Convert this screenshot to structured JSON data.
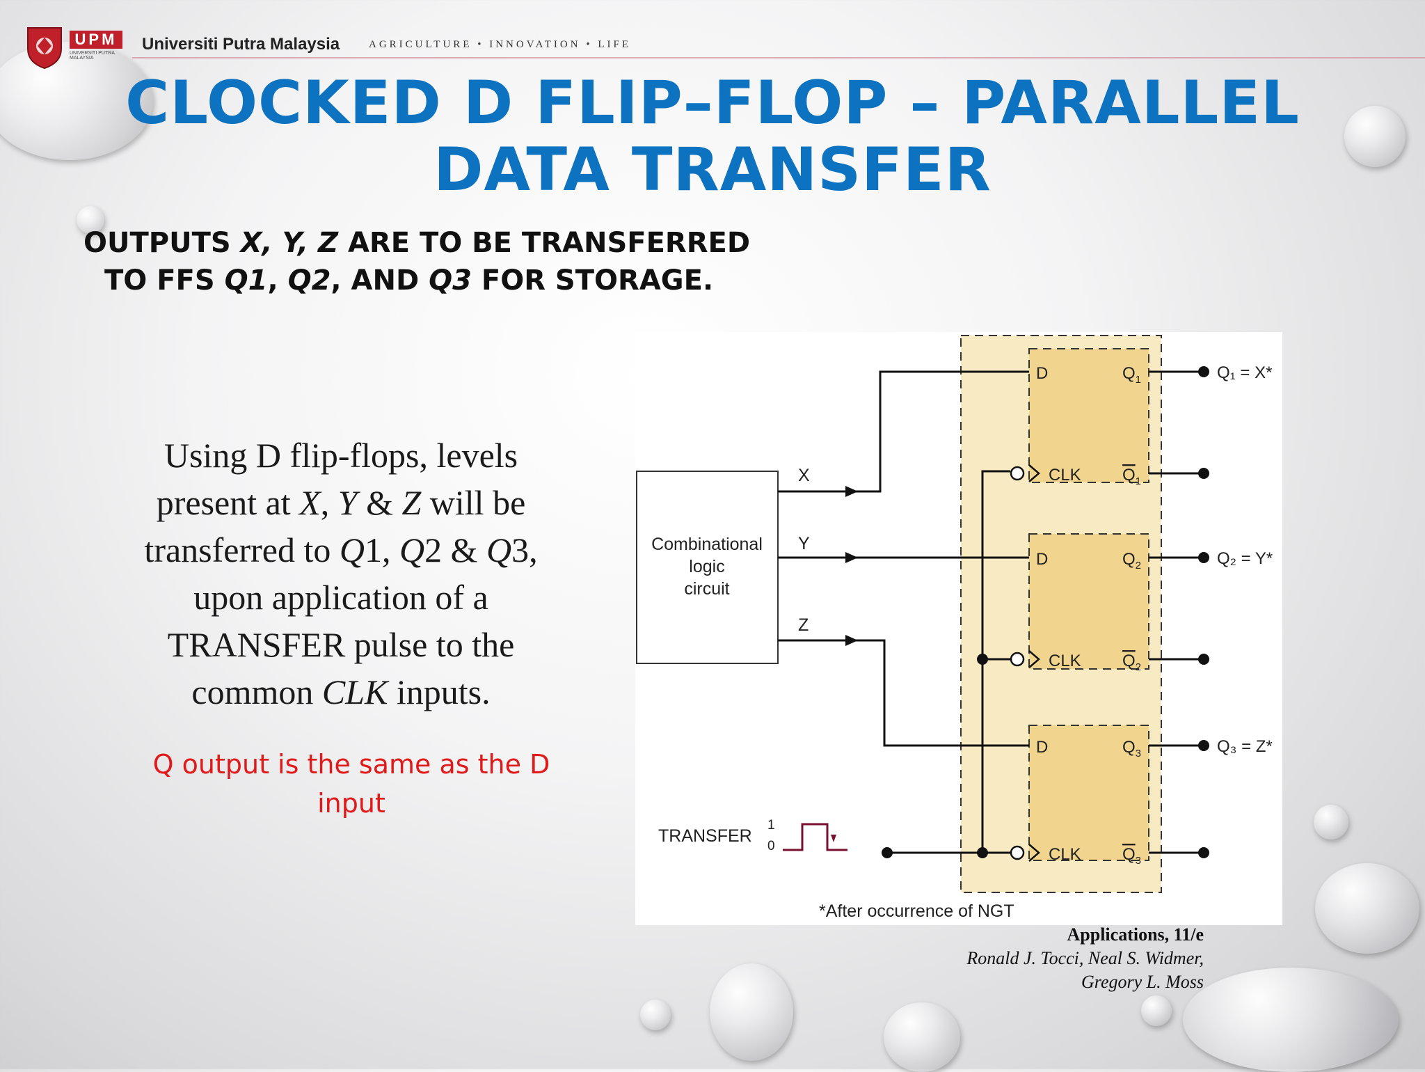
{
  "header": {
    "university_name": "Universiti Putra Malaysia",
    "tagline": "AGRICULTURE • INNOVATION • LIFE",
    "logo_text": "UPM",
    "logo_subtext": "UNIVERSITI PUTRA MALAYSIA"
  },
  "title": {
    "line1": "CLOCKED D FLIP–FLOP – PARALLEL",
    "line2": "DATA TRANSFER"
  },
  "subtitle": {
    "l1_a": "OUTPUTS ",
    "l1_vars": "X, Y, Z",
    "l1_b": " ARE TO BE TRANSFERRED",
    "l2_a": "TO FFS ",
    "l2_q1": "Q1",
    "l2_sep1": ", ",
    "l2_q2": "Q2",
    "l2_sep2": ", AND ",
    "l2_q3": "Q3",
    "l2_b": " FOR STORAGE."
  },
  "body": {
    "l1": "Using D flip-flops, levels",
    "l2_a": "present at ",
    "l2_x": "X",
    "l2_b": ", ",
    "l2_y": "Y",
    "l2_c": " & ",
    "l2_z": "Z",
    "l2_d": " will be",
    "l3_a": "transferred to ",
    "l3_q1": "Q",
    "l3_b": "1, ",
    "l3_q2": "Q",
    "l3_c": "2 & ",
    "l3_q3": "Q",
    "l3_d": "3,",
    "l4": "upon application of a",
    "l5": "TRANSFER pulse to the",
    "l6_a": "common ",
    "l6_clk": "CLK",
    "l6_b": " inputs."
  },
  "note": {
    "line1": "Q output is the same as the D",
    "line2": "input"
  },
  "diagram": {
    "combinational_block": [
      "Combinational",
      "logic",
      "circuit"
    ],
    "inputs": [
      "X",
      "Y",
      "Z"
    ],
    "ff_d_label": "D",
    "ff_clk_label": "CLK",
    "ff_q": [
      "Q",
      "Q",
      "Q"
    ],
    "ff_q_sub": [
      "1",
      "2",
      "3"
    ],
    "outputs": [
      "Q₁ = X*",
      "Q₂ = Y*",
      "Q₃ = Z*"
    ],
    "transfer_label": "TRANSFER",
    "pulse_high": "1",
    "pulse_low": "0",
    "footnote": "*After occurrence of NGT",
    "colors": {
      "ff_fill": "#f1d58e",
      "region_fill": "#f8ebc3",
      "wire": "#111111",
      "pulse": "#7a1030"
    }
  },
  "citation": {
    "edition": "Applications, 11/e",
    "authors_line1": "Ronald J. Tocci, Neal S. Widmer,",
    "authors_line2": "Gregory L. Moss"
  }
}
